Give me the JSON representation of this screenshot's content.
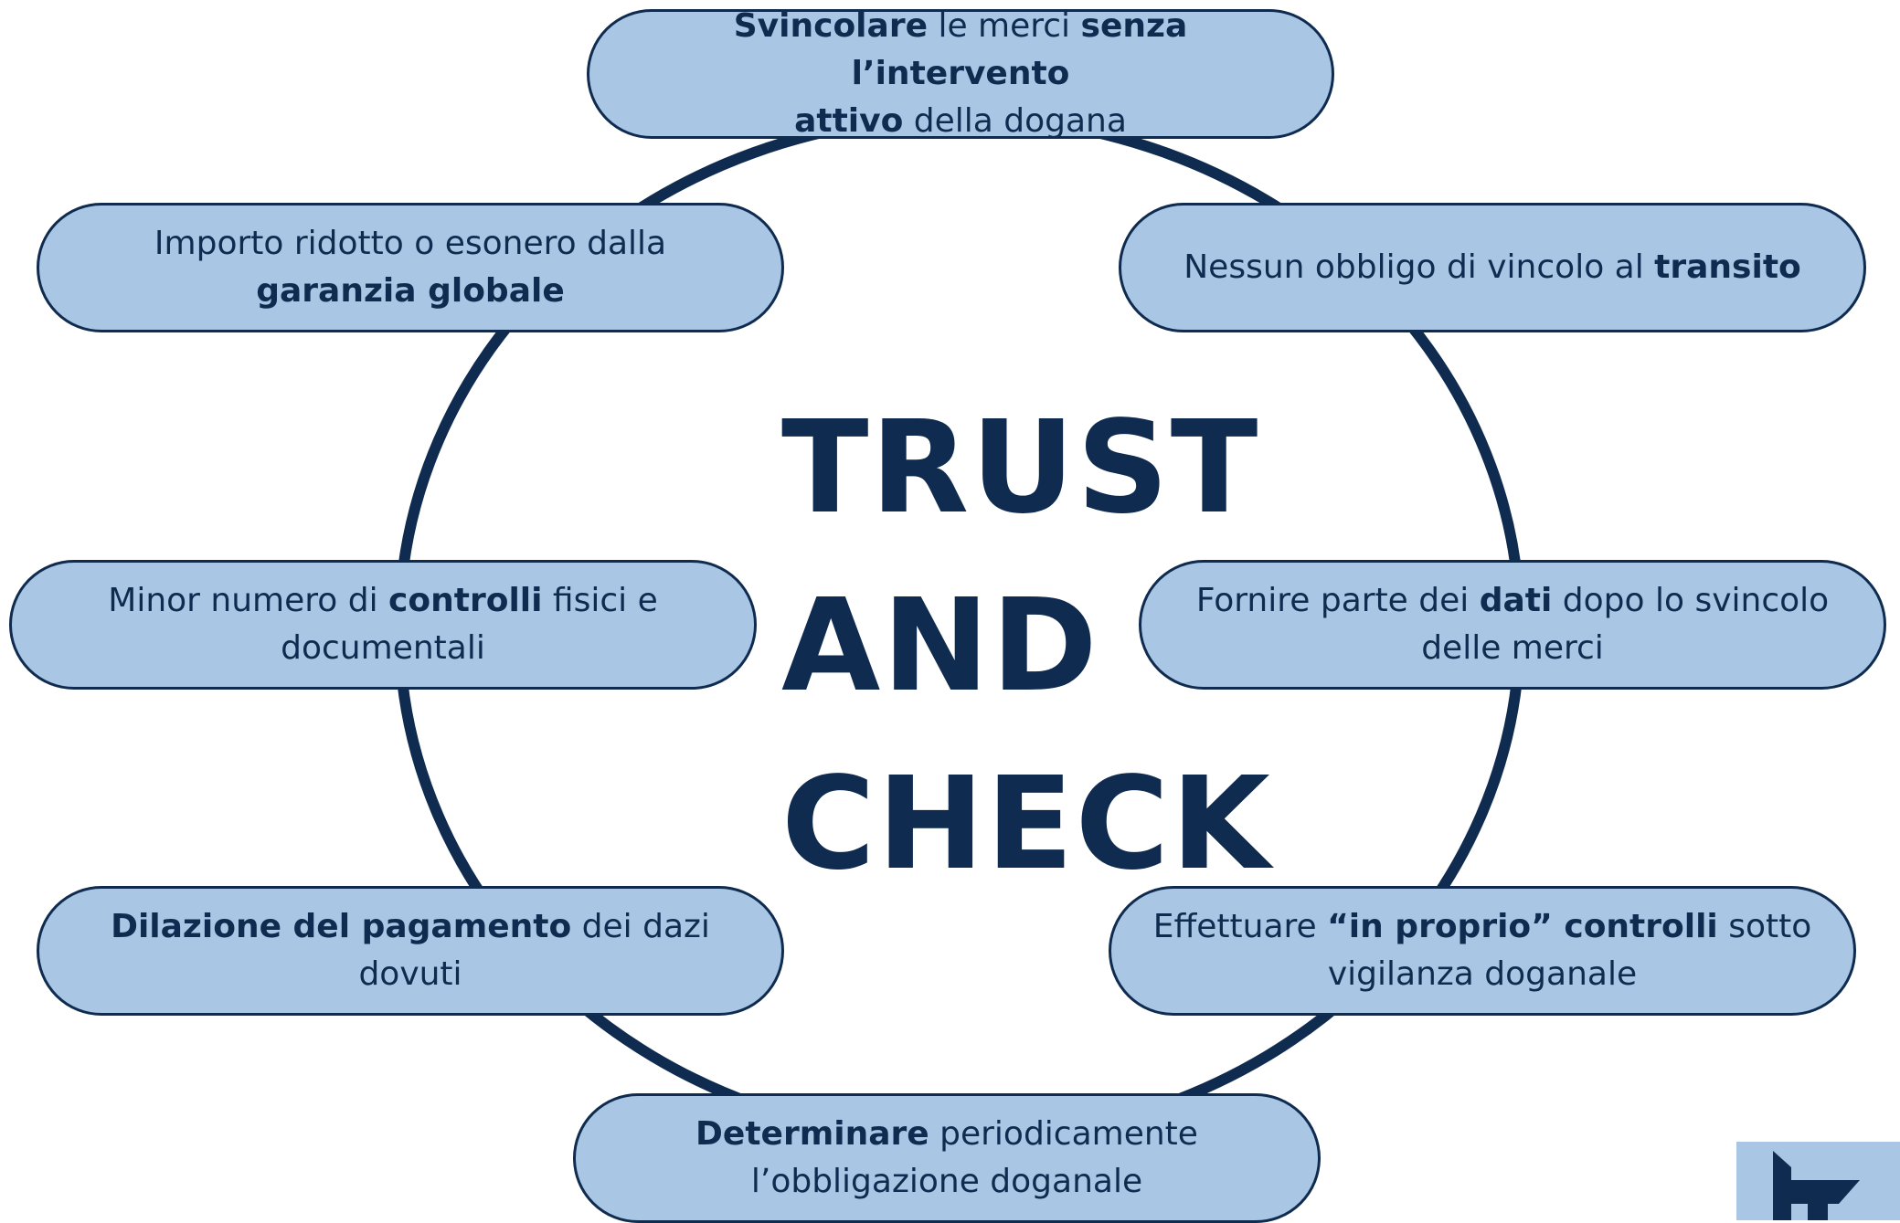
{
  "center": {
    "line1": "TRUST",
    "line2": "AND",
    "line3": "CHECK"
  },
  "items": {
    "top": {
      "b1": "Svincolare",
      "t1": " le merci ",
      "b2": "senza l’intervento",
      "b3": "attivo",
      "t2": " della dogana"
    },
    "upper_left": {
      "t1": "Importo ridotto o esonero dalla",
      "b1": "garanzia globale"
    },
    "upper_right": {
      "t1": "Nessun obbligo di vincolo al ",
      "b1": "transito"
    },
    "mid_left": {
      "t1": "Minor numero di ",
      "b1": "controlli",
      "t2": " fisici e",
      "t3": "documentali"
    },
    "mid_right": {
      "t1": "Fornire parte dei ",
      "b1": "dati",
      "t2": " dopo lo svincolo",
      "t3": "delle merci"
    },
    "lower_left": {
      "b1": "Dilazione del pagamento",
      "t1": " dei dazi",
      "t2": "dovuti"
    },
    "lower_right": {
      "t1": "Effettuare ",
      "b1": "“in proprio” controlli",
      "t2": " sotto",
      "t3": "vigilanza doganale"
    },
    "bottom": {
      "b1": "Determinare",
      "t1": " periodicamente",
      "t2": "l’obbligazione doganale"
    }
  },
  "colors": {
    "navy": "#0f2b4f",
    "pill_fill": "#a9c6e4",
    "background": "#ffffff"
  }
}
